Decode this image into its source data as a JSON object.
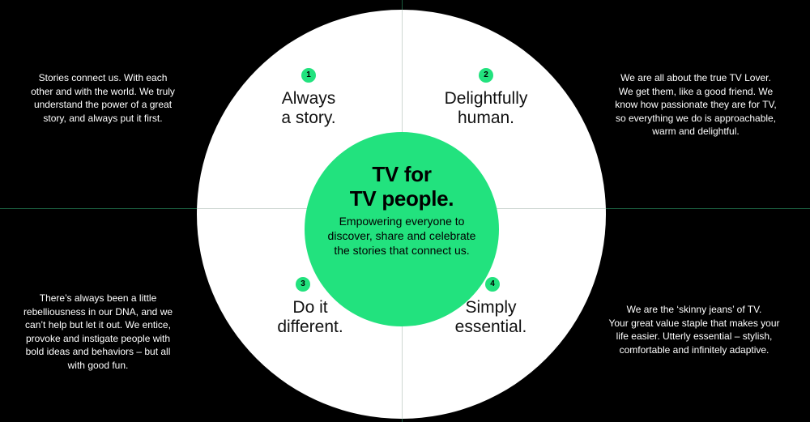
{
  "center": {
    "title_lines": [
      "TV for",
      "TV people."
    ],
    "subtitle_lines": [
      "Empowering everyone to",
      "discover, share and celebrate",
      "the stories that connect us."
    ]
  },
  "pillars": [
    {
      "number": "1",
      "title_lines": [
        "Always",
        "a story."
      ]
    },
    {
      "number": "2",
      "title_lines": [
        "Delightfully",
        "human."
      ]
    },
    {
      "number": "3",
      "title_lines": [
        "Do it",
        "different."
      ]
    },
    {
      "number": "4",
      "title_lines": [
        "Simply",
        "essential."
      ]
    }
  ],
  "descriptions": [
    {
      "lines": [
        "Stories connect us. With each",
        "other and with the world. We truly",
        "understand the power of a great",
        "story, and always put it first."
      ]
    },
    {
      "lines": [
        "We are all about the true TV Lover.",
        "We get them, like a good friend. We",
        "know how passionate they are for TV,",
        "so everything we do is approachable,",
        "warm and delightful."
      ]
    },
    {
      "lines": [
        "There’s always been a little",
        "rebelliousness in our DNA, and we",
        "can’t help but let it out. We entice,",
        "provoke and instigate people with",
        "bold ideas and behaviors – but all",
        "with good fun."
      ]
    },
    {
      "lines": [
        "We are the ‘skinny jeans’ of TV.",
        "Your great value staple that makes your",
        "life easier. Utterly essential – stylish,",
        "comfortable and infinitely adaptive."
      ]
    }
  ],
  "colors": {
    "accent": "#22e27e",
    "background": "#000000",
    "ring": "#ffffff"
  }
}
